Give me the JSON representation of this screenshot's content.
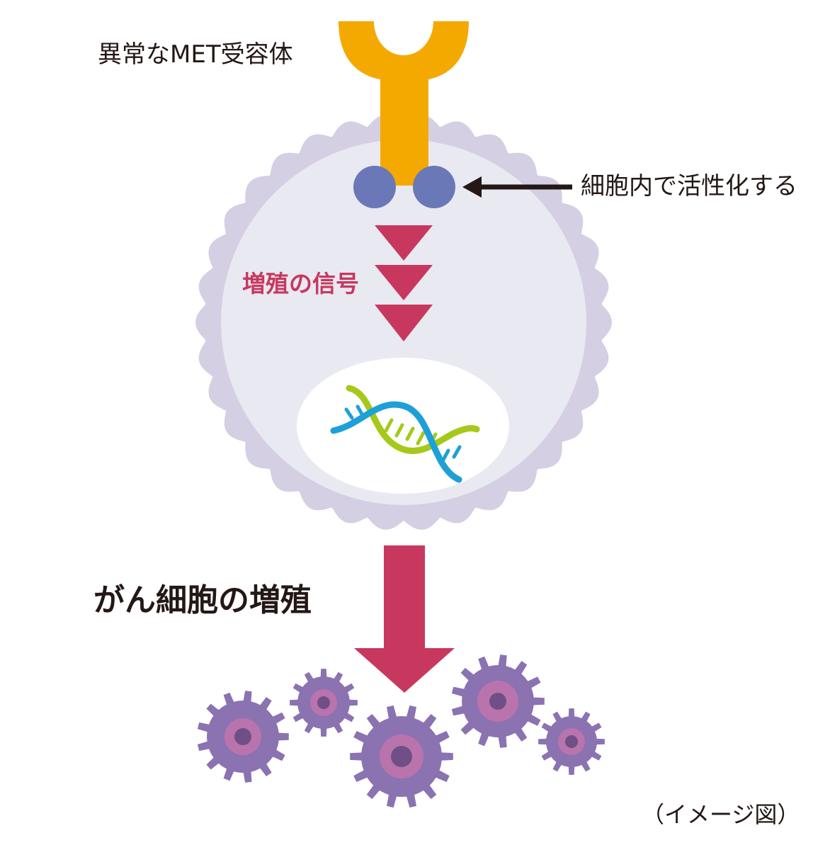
{
  "labels": {
    "receptor": "異常なMET受容体",
    "activation": "細胞内で活性化する",
    "signal": "増殖の信号",
    "proliferation": "がん細胞の増殖",
    "image_note": "（イメージ図）"
  },
  "colors": {
    "receptor": "#f4a900",
    "kinase_dots": "#6a78b8",
    "cell_membrane": "#d4cfe3",
    "cell_inner": "#e9e9f2",
    "signal": "#c8385e",
    "nucleus": "#ffffff",
    "dna_blue": "#1da0d8",
    "dna_green": "#a5c91a",
    "cancer_gear": "#8b72b0",
    "cancer_ring": "#b974ad",
    "cancer_core": "#6f4f86",
    "text": "#231815"
  },
  "icons": {
    "receptor": "met-receptor-icon",
    "dna": "dna-helix-icon",
    "cancer_cell": "cancer-cell-icon"
  }
}
